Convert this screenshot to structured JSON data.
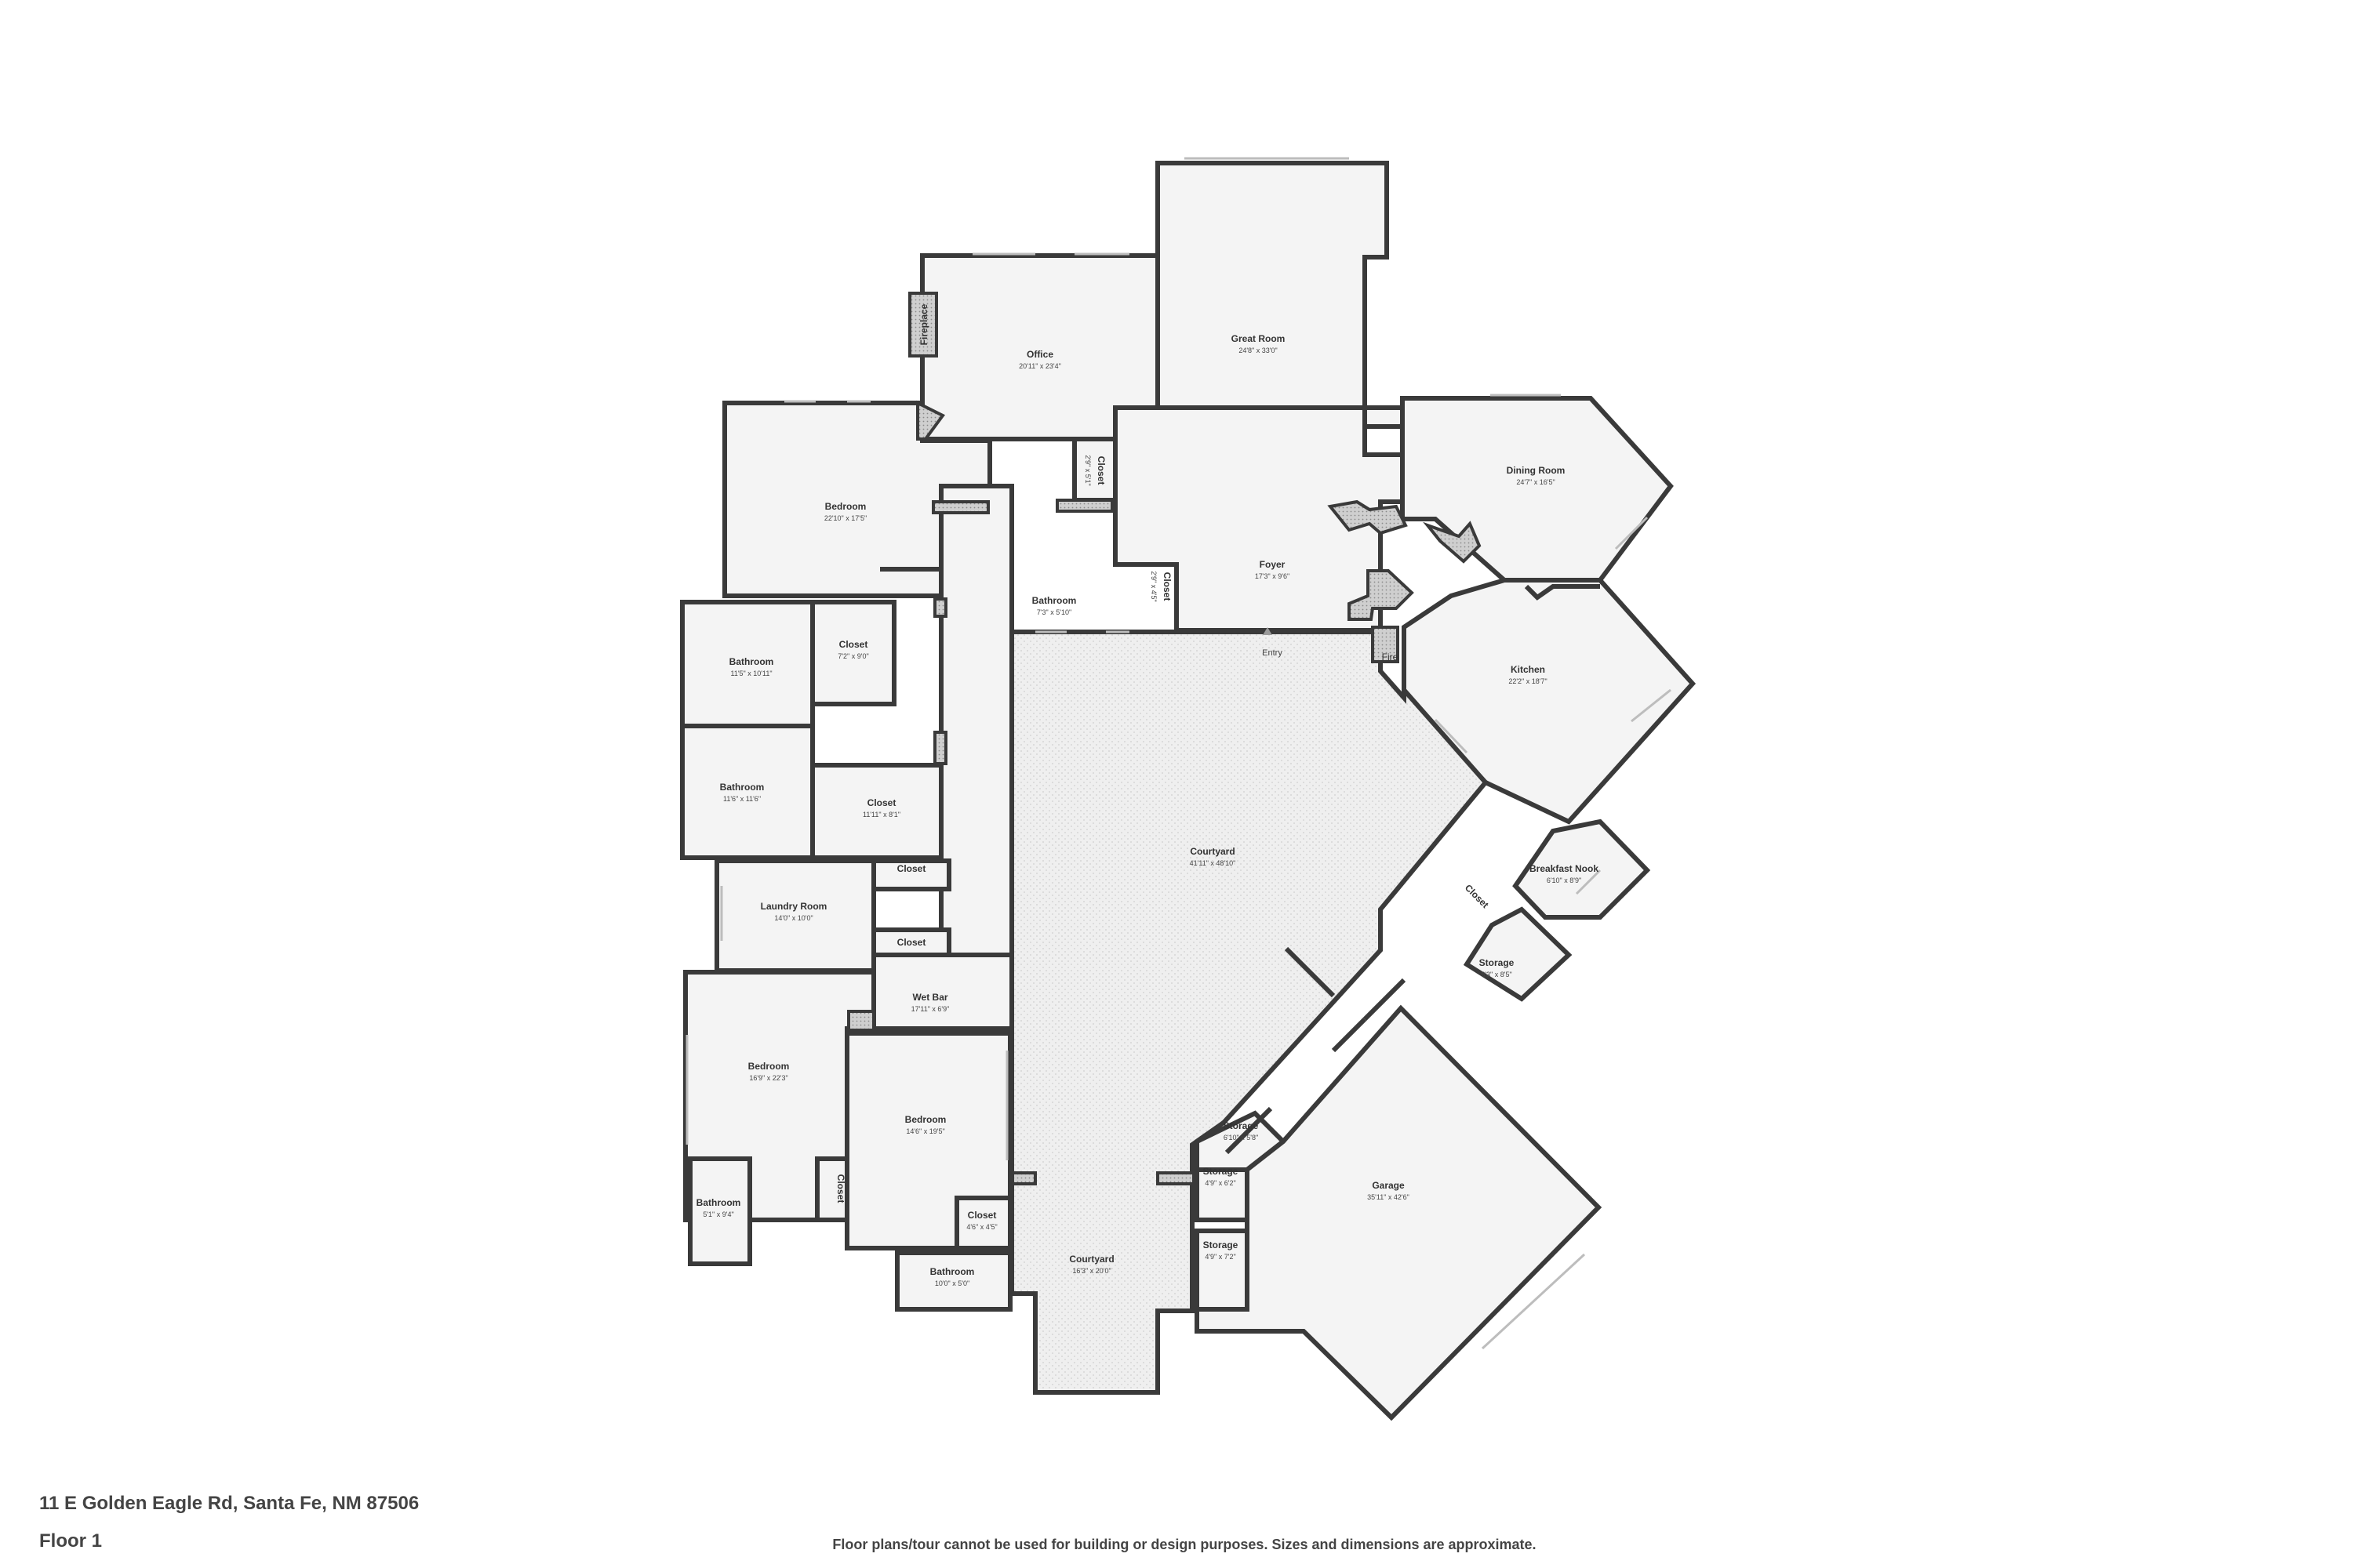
{
  "address": "11 E Golden Eagle Rd, Santa Fe, NM 87506",
  "floor": "Floor 1",
  "disclaimer": "Floor plans/tour cannot be used for building or design purposes. Sizes and dimensions are approximate.",
  "entry_label": "Entry",
  "fireplace_label": "Fireplace",
  "fire_label": "Fire",
  "rooms": [
    {
      "name": "Great Room",
      "dims": "24'8\" x 33'0\""
    },
    {
      "name": "Office",
      "dims": "20'11\" x 23'4\""
    },
    {
      "name": "Dining Room",
      "dims": "24'7\" x 16'5\""
    },
    {
      "name": "Bedroom",
      "dims": "22'10\" x 17'5\""
    },
    {
      "name": "Foyer",
      "dims": "17'3\" x 9'6\""
    },
    {
      "name": "Bathroom",
      "dims": "7'3\" x 5'10\""
    },
    {
      "name": "Kitchen",
      "dims": "22'2\" x 18'7\""
    },
    {
      "name": "Bathroom",
      "dims": "11'5\" x 10'11\""
    },
    {
      "name": "Closet",
      "dims": "7'2\" x 9'0\""
    },
    {
      "name": "Bathroom",
      "dims": "11'6\" x 11'6\""
    },
    {
      "name": "Closet",
      "dims": "11'11\" x 8'1\""
    },
    {
      "name": "Courtyard",
      "dims": "41'11\" x 48'10\""
    },
    {
      "name": "Breakfast Nook",
      "dims": "6'10\" x 8'9\""
    },
    {
      "name": "Laundry Room",
      "dims": "14'0\" x 10'0\""
    },
    {
      "name": "Storage",
      "dims": "8'3\" x 8'5\""
    },
    {
      "name": "Wet Bar",
      "dims": "17'11\" x 6'9\""
    },
    {
      "name": "Bedroom",
      "dims": "16'9\" x 22'3\""
    },
    {
      "name": "Bedroom",
      "dims": "14'6\" x 19'5\""
    },
    {
      "name": "Storage",
      "dims": "6'10\" x 5'8\""
    },
    {
      "name": "Storage",
      "dims": "4'9\" x 6'2\""
    },
    {
      "name": "Garage",
      "dims": "35'11\" x 42'6\""
    },
    {
      "name": "Bathroom",
      "dims": "5'1\" x 9'4\""
    },
    {
      "name": "Closet",
      "dims": "4'6\" x 4'5\""
    },
    {
      "name": "Storage",
      "dims": "4'9\" x 7'2\""
    },
    {
      "name": "Courtyard",
      "dims": "16'3\" x 20'0\""
    },
    {
      "name": "Bathroom",
      "dims": "10'0\" x 5'0\""
    }
  ],
  "small_closets": [
    {
      "name": "Closet",
      "dims": "2'9\" x 5'1\""
    },
    {
      "name": "Closet",
      "dims": "2'9\" x 4'5\""
    },
    {
      "name": "Closet"
    },
    {
      "name": "Closet"
    },
    {
      "name": "Closet"
    },
    {
      "name": "Closet"
    }
  ]
}
